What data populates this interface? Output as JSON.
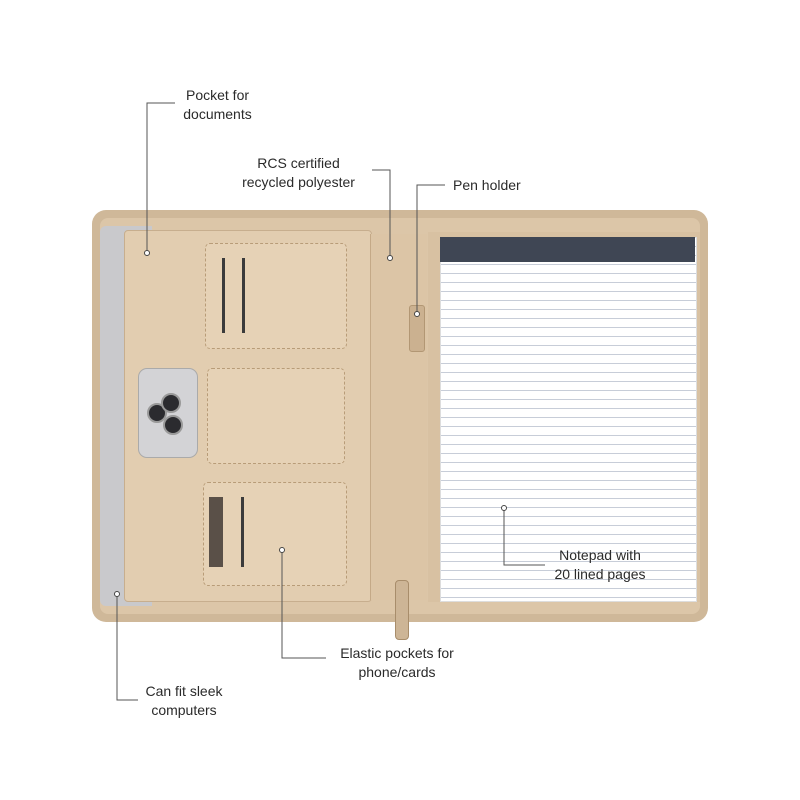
{
  "callouts": {
    "documents": {
      "line1": "Pocket for",
      "line2": "documents"
    },
    "material": {
      "line1": "RCS certified",
      "line2": "recycled polyester"
    },
    "pen": {
      "line1": "Pen holder"
    },
    "notepad": {
      "line1": "Notepad with",
      "line2": "20 lined pages"
    },
    "elastic": {
      "line1": "Elastic pockets for",
      "line2": "phone/cards"
    },
    "computer": {
      "line1": "Can fit sleek",
      "line2": "computers"
    }
  },
  "colors": {
    "leather": "#dcc6a8",
    "notepad_header": "#3f4654",
    "leader_line": "#555555"
  }
}
